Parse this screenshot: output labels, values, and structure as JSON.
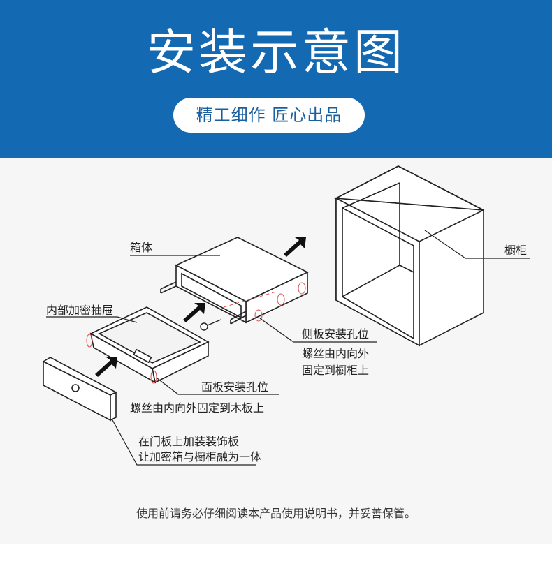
{
  "header": {
    "title": "安装示意图",
    "slogan": "精工细作  匠心出品"
  },
  "labels": {
    "box_body": "箱体",
    "cabinet": "橱柜",
    "inner_drawer": "内部加密抽屉",
    "side_holes_line1": "侧板安装孔位",
    "side_holes_line2": "螺丝由内向外",
    "side_holes_line3": "固定到橱柜上",
    "face_holes_line1": "面板安装孔位",
    "face_holes_line2": "螺丝由内向外固定到木板上",
    "door_line1": "在门板上加装装饰板",
    "door_line2": "让加密箱与橱柜融为一体"
  },
  "footer": {
    "note": "使用前请务必仔细阅读本产品使用说明书，并妥善保管。"
  },
  "colors": {
    "header_bg": "#1469b3",
    "line": "#222222",
    "accent_red": "#d9534f"
  }
}
